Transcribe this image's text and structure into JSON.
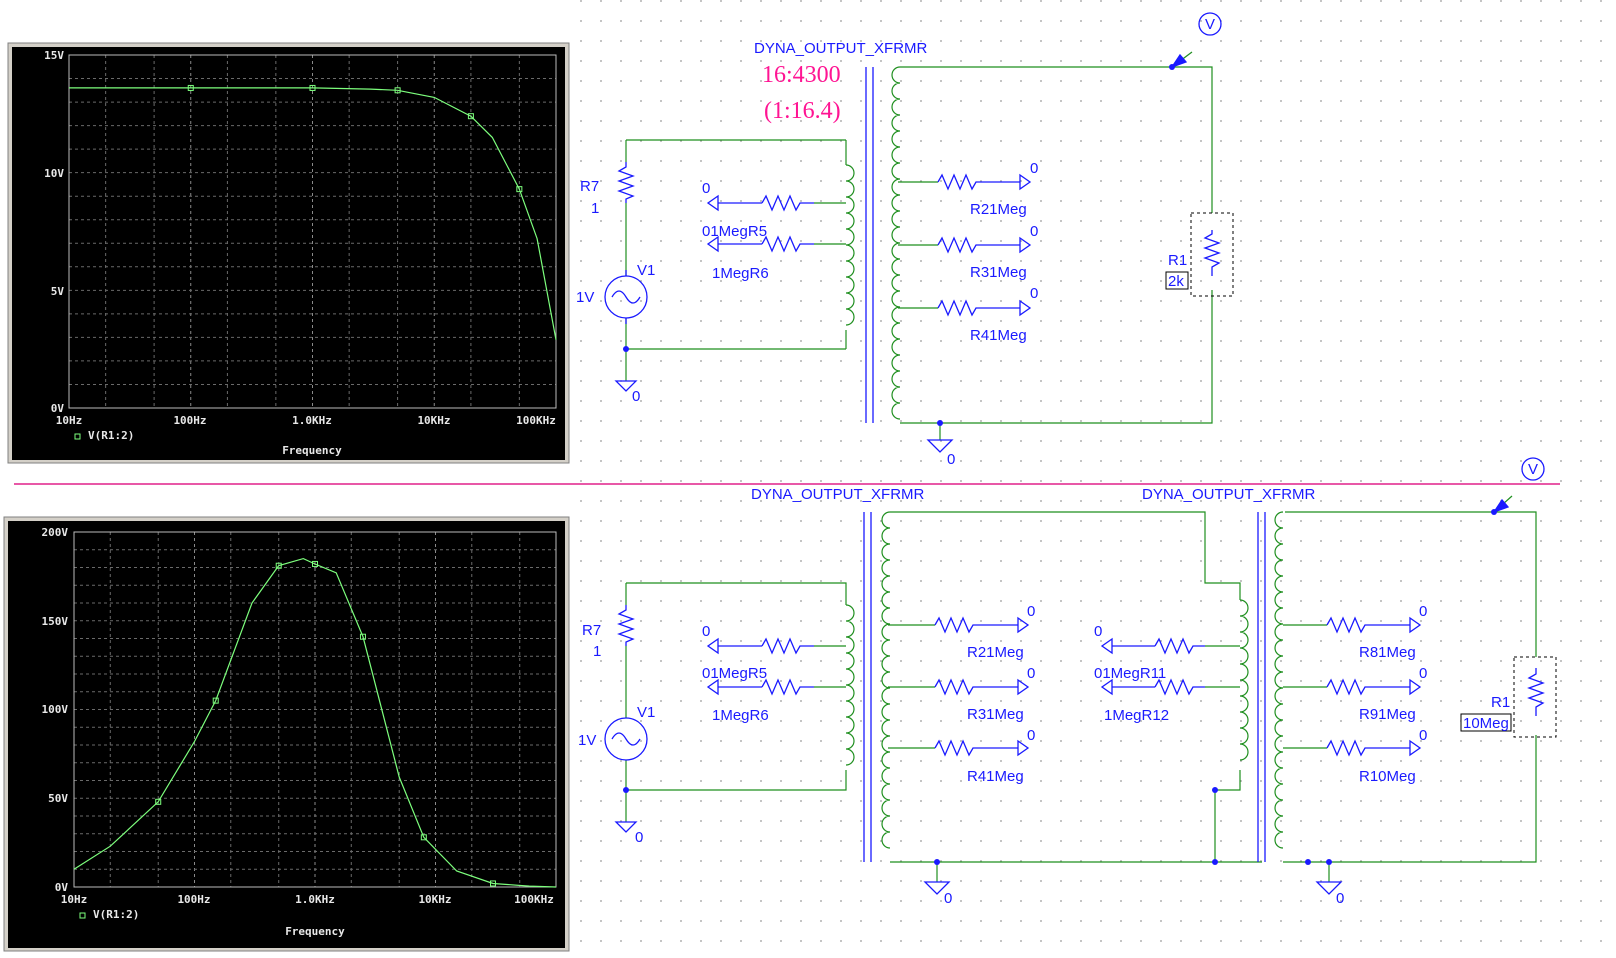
{
  "colors": {
    "wire": "#1f8f1f",
    "component": "#1a1aff",
    "annotation": "#ff1493",
    "trace": "#7dff7d",
    "plot_bg": "#000000",
    "separator": "#e0208a"
  },
  "plots": [
    {
      "legend": "V(R1:2)",
      "xlabel": "Frequency",
      "y_ticks": [
        "15V",
        "10V",
        "5V",
        "0V"
      ],
      "x_ticks": [
        "10Hz",
        "100Hz",
        "1.0KHz",
        "10KHz",
        "100KHz"
      ]
    },
    {
      "legend": "V(R1:2)",
      "xlabel": "Frequency",
      "y_ticks": [
        "200V",
        "150V",
        "100V",
        "50V",
        "0V"
      ],
      "x_ticks": [
        "10Hz",
        "100Hz",
        "1.0KHz",
        "10KHz",
        "100KHz"
      ]
    }
  ],
  "chart_data": [
    {
      "type": "line",
      "x_scale": "log",
      "xlim": [
        10,
        100000
      ],
      "ylim": [
        0,
        15
      ],
      "xlabel": "Frequency",
      "series": [
        {
          "name": "V(R1:2)",
          "x": [
            10,
            30,
            100,
            300,
            1000,
            3000,
            5000,
            10000,
            20000,
            30000,
            50000,
            70000,
            100000
          ],
          "y": [
            13.6,
            13.6,
            13.6,
            13.6,
            13.6,
            13.55,
            13.5,
            13.2,
            12.4,
            11.5,
            9.3,
            7.2,
            2.9
          ]
        }
      ]
    },
    {
      "type": "line",
      "x_scale": "log",
      "xlim": [
        10,
        100000
      ],
      "ylim": [
        0,
        200
      ],
      "xlabel": "Frequency",
      "series": [
        {
          "name": "V(R1:2)",
          "x": [
            10,
            20,
            50,
            100,
            150,
            300,
            500,
            800,
            1000,
            1500,
            2500,
            5000,
            8000,
            15000,
            30000,
            60000,
            100000
          ],
          "y": [
            10,
            23,
            48,
            82,
            105,
            160,
            181,
            185,
            182,
            177,
            141,
            62,
            28,
            9,
            2,
            0.5,
            0
          ]
        }
      ]
    }
  ],
  "schematic_top": {
    "xfrmr_label": "DYNA_OUTPUT_XFRMR",
    "ratio": "16:4300",
    "ratio2": "(1:16.4)",
    "r7": "R7",
    "r7_val": "1",
    "v1": "V1",
    "v1_val": "1V",
    "ground": "0",
    "p_r5_gnd": "0",
    "p_r5_text": "01MegR5",
    "p_r6_text": "1MegR6",
    "s_r2_gnd": "0",
    "s_r2_text": "R21Meg",
    "s_r3_gnd": "0",
    "s_r3_text": "R31Meg",
    "s_r4_gnd": "0",
    "s_r4_text": "R41Meg",
    "r1": "R1",
    "r1_val": "2k",
    "probe": "V"
  },
  "schematic_bottom": {
    "xfrmr_label_a": "DYNA_OUTPUT_XFRMR",
    "xfrmr_label_b": "DYNA_OUTPUT_XFRMR",
    "r7": "R7",
    "r7_val": "1",
    "v1": "V1",
    "v1_val": "1V",
    "ground": "0",
    "p_r5_gnd": "0",
    "p_r5_text": "01MegR5",
    "p_r6_text": "1MegR6",
    "s_r2_gnd": "0",
    "s_r2_text": "R21Meg",
    "s_r3_gnd": "0",
    "s_r3_text": "R31Meg",
    "s_r4_gnd": "0",
    "s_r4_text": "R41Meg",
    "p2_r11_gnd": "0",
    "p2_r11_text": "01MegR11",
    "p2_r12_text": "1MegR12",
    "s2_r8_gnd": "0",
    "s2_r8_text": "R81Meg",
    "s2_r9_gnd": "0",
    "s2_r9_text": "R91Meg",
    "s2_r10_gnd": "0",
    "s2_r10_text": "R10Meg",
    "r1": "R1",
    "r1_val": "10Meg",
    "ground2": "0",
    "ground3": "0",
    "probe": "V"
  }
}
